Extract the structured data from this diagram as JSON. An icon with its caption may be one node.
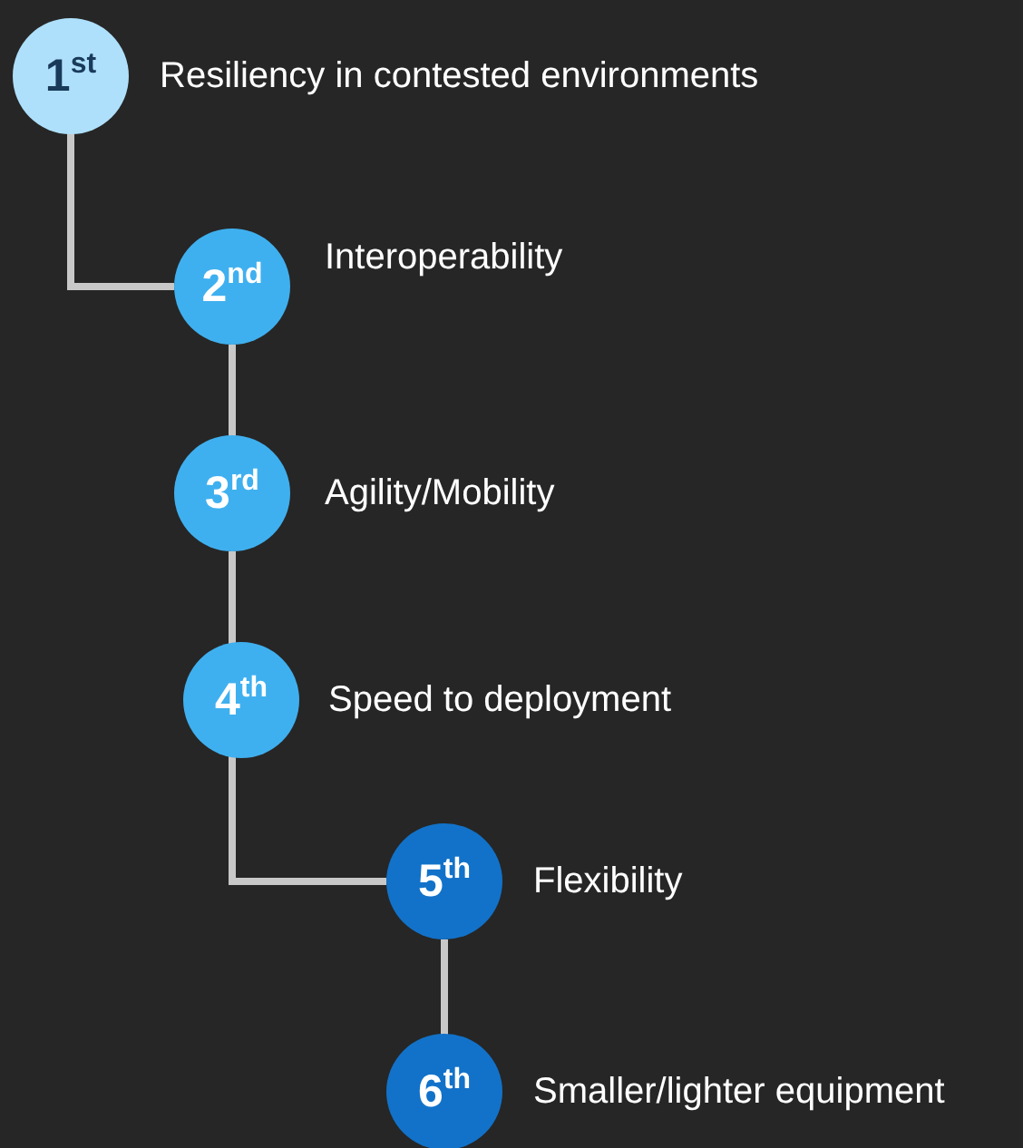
{
  "diagram": {
    "nodes": [
      {
        "text": [
          "1$^{st}$"
        ],
        "beside": [
          "Resiliency in contested environments"
        ]
      },
      {
        "text": [
          "2$^{nd}$"
        ],
        "beside": [
          "Interoperability"
        ]
      },
      {
        "text": [
          "3$^{rd}$"
        ],
        "beside": [
          "Agility/Mobility"
        ]
      },
      {
        "text": [
          "4$^{th}$"
        ],
        "beside": [
          "Speed to deployment"
        ]
      },
      {
        "text": [
          "5$^{th}$"
        ],
        "beside": [
          "Flexibility"
        ]
      },
      {
        "text": [
          "6$^{th}$"
        ],
        "beside": [
          "Smaller/lighter equipment"
        ]
      }
    ],
    "edges": [
      {
        "from": 0,
        "to": 1,
        "arrow": "none"
      },
      {
        "from": 1,
        "to": 2,
        "arrow": "none"
      },
      {
        "from": 2,
        "to": 3,
        "arrow": "none"
      },
      {
        "from": 3,
        "to": 4,
        "arrow": "none"
      },
      {
        "from": 4,
        "to": 5,
        "arrow": "none"
      }
    ]
  }
}
